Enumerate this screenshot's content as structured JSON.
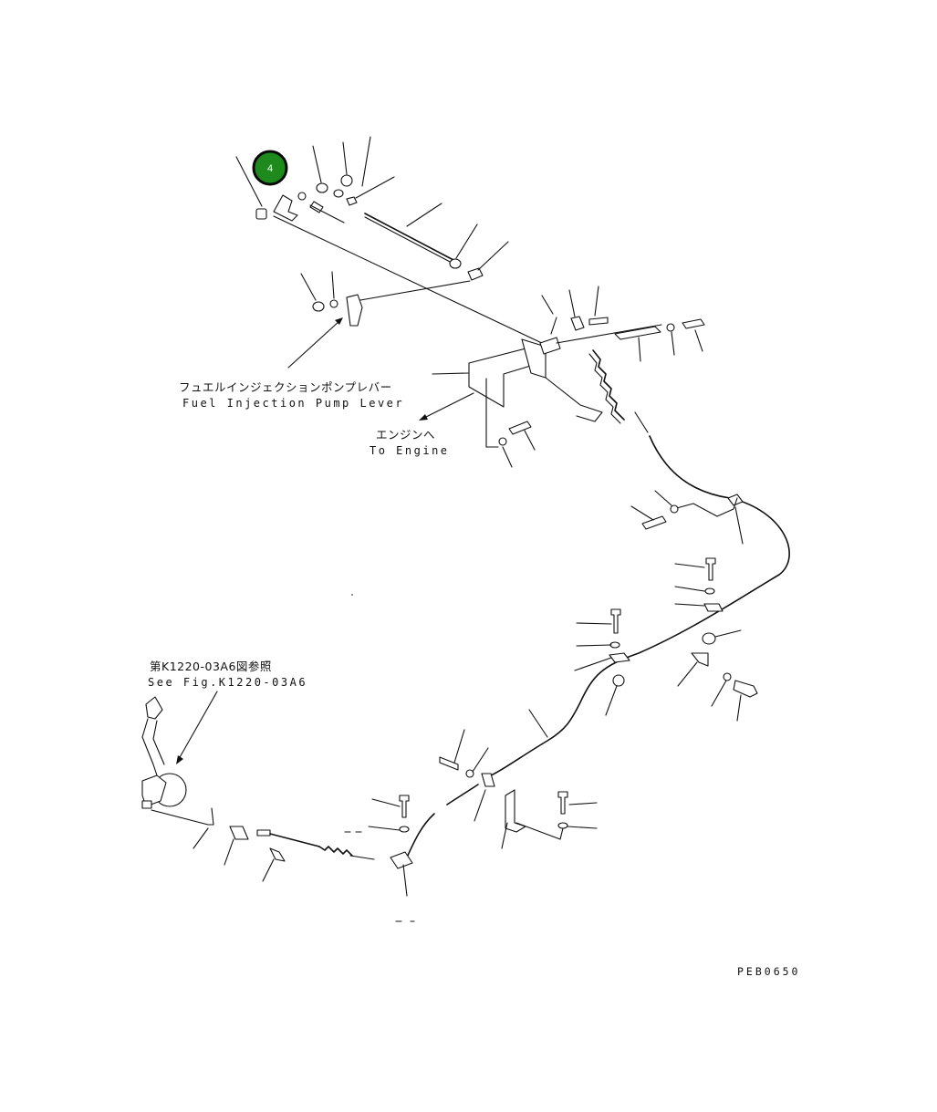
{
  "labels": {
    "pump_lever_jp": "フュエルインジェクションポンプレバー",
    "pump_lever_en": "Fuel Injection Pump Lever",
    "to_engine_jp": "エンジンへ",
    "to_engine_en": "To Engine",
    "see_fig_jp": "第K1220-03A6図参照",
    "see_fig_en": "See Fig.K1220-03A6",
    "drawing_code": "PEB0650"
  },
  "callouts": [
    {
      "number": "4",
      "color": "#1e8a1e",
      "ring": "#0a0a0a"
    }
  ],
  "accent_colors": {
    "line": "#111111",
    "callout_fill": "#1e8a1e"
  }
}
